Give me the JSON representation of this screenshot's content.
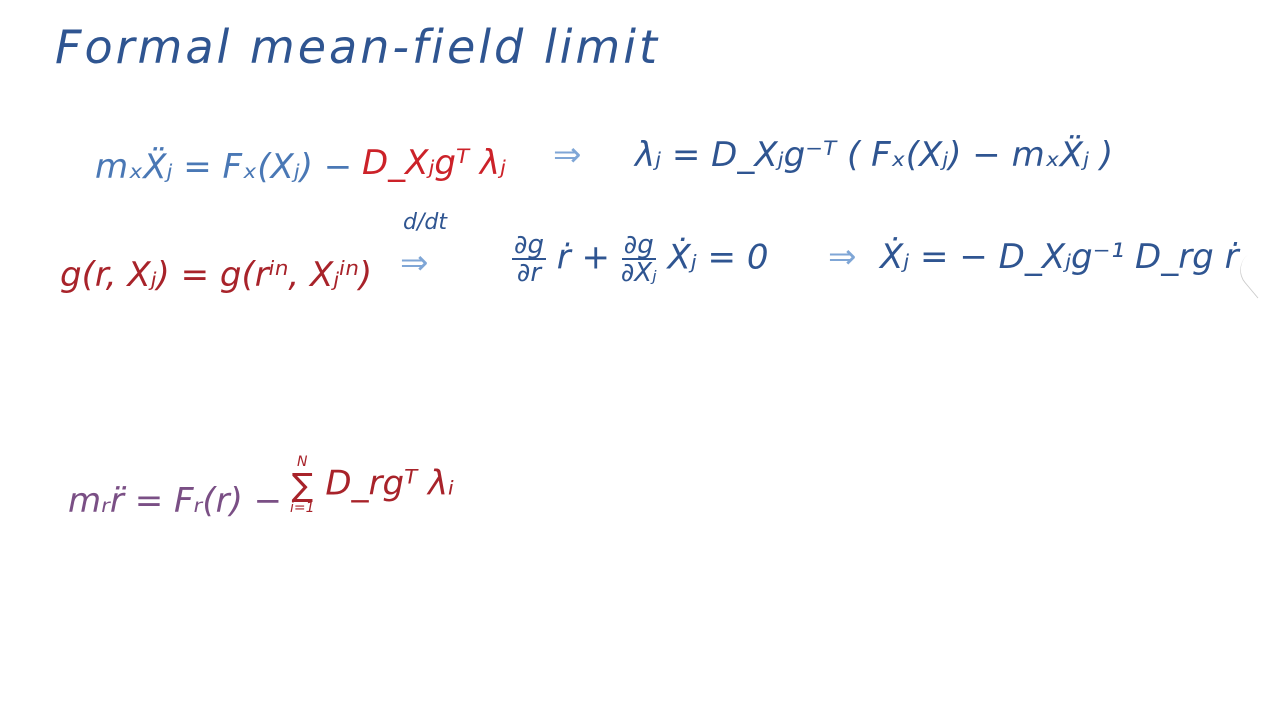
{
  "title": "Formal mean-field limit",
  "row1": {
    "lhs": "mₓẌⱼ = Fₓ(Xⱼ) −",
    "constraint_term": "D_Xⱼgᵀ λⱼ",
    "implies": "⇒",
    "result": "λⱼ = D_Xⱼg⁻ᵀ ( Fₓ(Xⱼ) − mₓẌⱼ )"
  },
  "row2": {
    "constraint": "g(r, Xⱼ) = g(rⁱⁿ, Xⱼⁱⁿ)",
    "ddt": "d/dt",
    "implies": "⇒",
    "frac1_num": "∂g",
    "frac1_den": "∂r",
    "mid": "ṙ +",
    "frac2_num": "∂g",
    "frac2_den": "∂Xⱼ",
    "tail": "Ẋⱼ = 0",
    "implies2": "⇒",
    "result": "Ẋⱼ = − D_Xⱼg⁻¹ D_rg  ṙ"
  },
  "row3": {
    "lhs": "mᵣr̈ = Fᵣ(r) −",
    "sum_upper": "N",
    "sum_symbol": "∑",
    "sum_lower": "i=1",
    "term": "D_rgᵀ  λᵢ"
  }
}
